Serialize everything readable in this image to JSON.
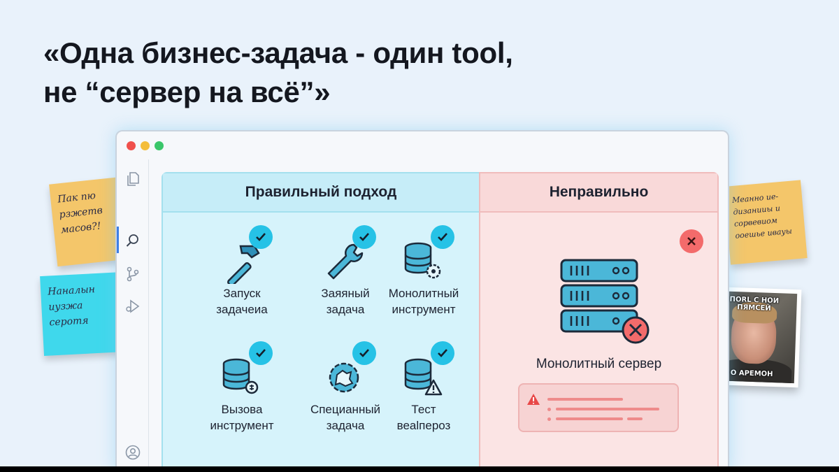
{
  "slide": {
    "title_line1": "«Одна бизнес-задача - один tool,",
    "title_line2": "не “сервер на всё”»"
  },
  "notes": [
    {
      "lines": [
        "Пак пю",
        "рзжетв",
        "масов?!"
      ],
      "color": "#f4c66a"
    },
    {
      "lines": [
        "Наналын",
        "иузжа",
        "серотя"
      ],
      "color": "#3fd8ec"
    },
    {
      "lines": [
        "Меанно ие-",
        "дизанииы и",
        "сорвевиом",
        "ооешье ивауы"
      ],
      "color": "#f4c66a"
    }
  ],
  "meme": {
    "top_text": "ПОRL С НОИ ПЯМСЕЙ",
    "bottom_text": "О АРЕМОН"
  },
  "window": {
    "sidebar_icons": [
      "files-icon",
      "search-icon",
      "branch-icon",
      "run-debug-icon",
      "account-icon"
    ],
    "good_panel": {
      "heading": "Правильный подход",
      "tools": [
        {
          "icon": "hammer-icon",
          "label_line1": "Запуск",
          "label_line2": "задачеиа"
        },
        {
          "icon": "wrench-icon",
          "label_line1": "Заяяный",
          "label_line2": "задача"
        },
        {
          "icon": "database-gear-icon",
          "label_line1": "Монолитный",
          "label_line2": "инструмент"
        },
        {
          "icon": "database-bug-icon",
          "label_line1": "Вызова",
          "label_line2": "инструмент"
        },
        {
          "icon": "puzzle-gear-icon",
          "label_line1": "Специанный",
          "label_line2": "задача"
        },
        {
          "icon": "database-warning-icon",
          "label_line1": "Тест",
          "label_line2": "веаlпероз"
        }
      ]
    },
    "bad_panel": {
      "heading": "Неправильно",
      "server_label": "Монолитный сервер"
    }
  },
  "colors": {
    "accent_cyan": "#26c2e6",
    "error_red": "#f36b6b",
    "good_bg": "#d6f3fb",
    "bad_bg": "#fbe4e4"
  }
}
